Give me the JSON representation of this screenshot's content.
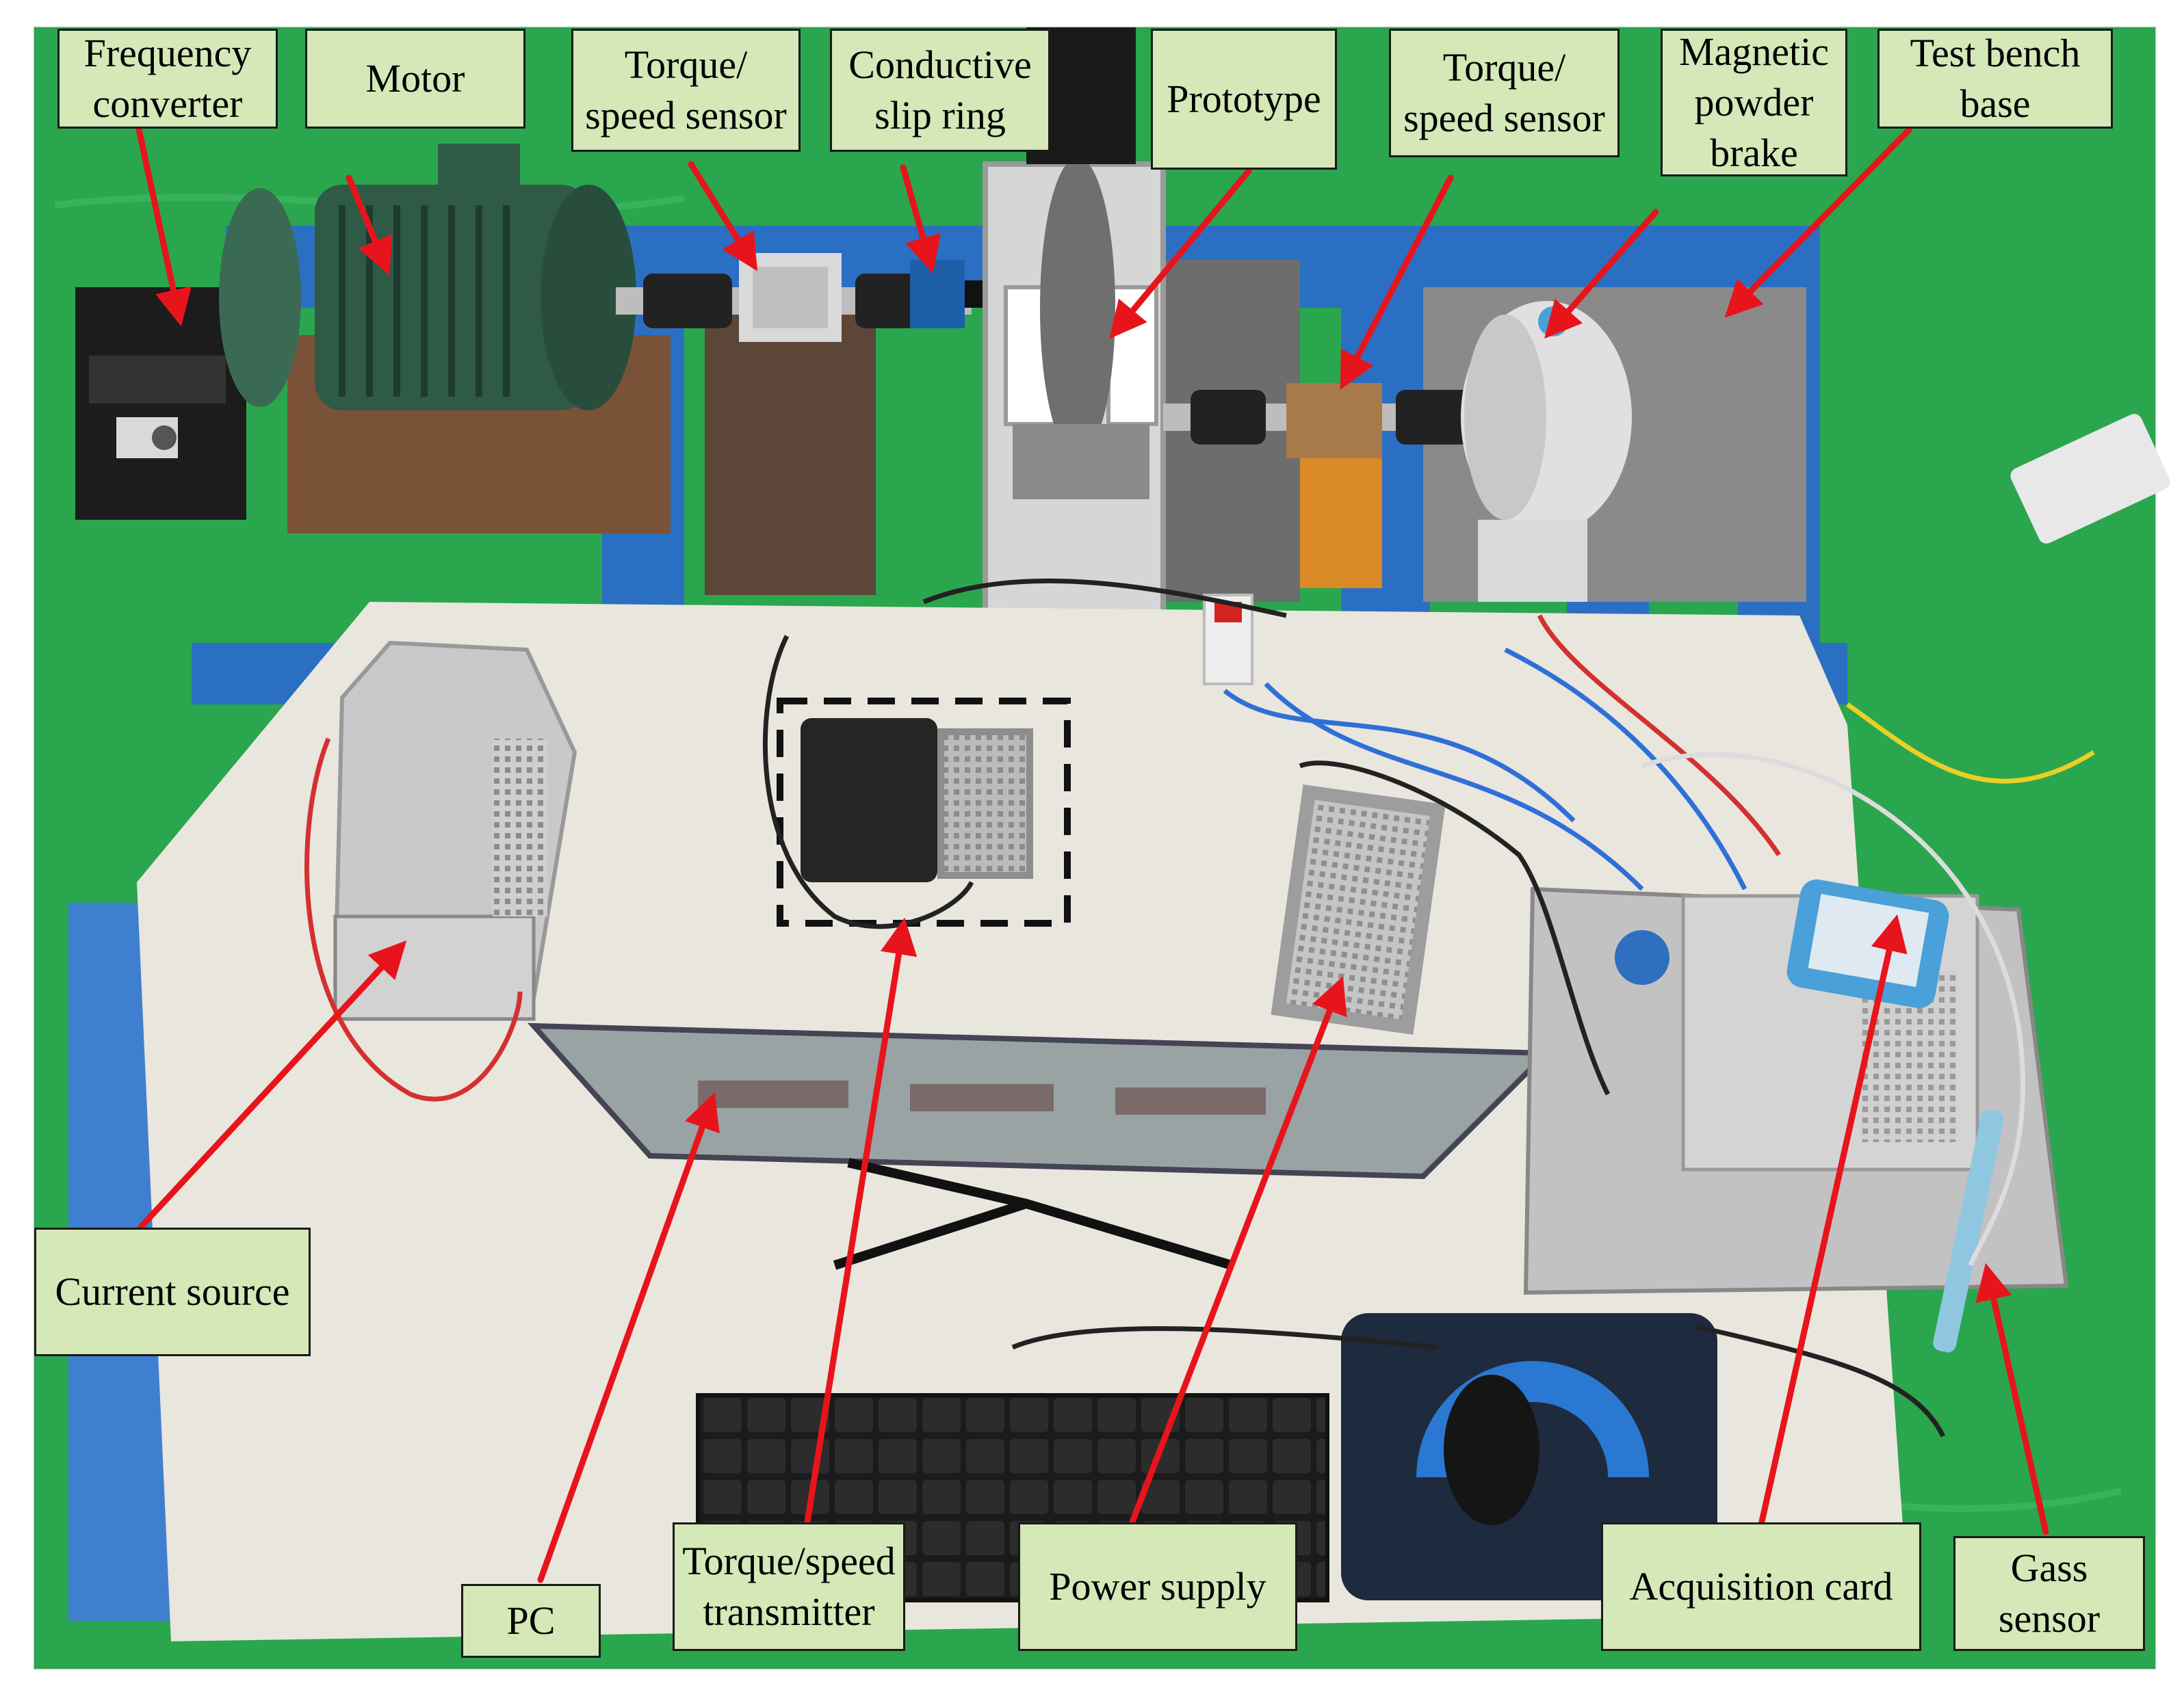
{
  "colors": {
    "floor": "#2aa64e",
    "arrow": "#e8141c",
    "label_fill": "#d4e8b8",
    "label_border": "#1a1a1a",
    "frame_blue": "#2b6fc2",
    "table_top": "#e9e6de"
  },
  "labels": {
    "frequency_converter": "Frequency\nconverter",
    "motor": "Motor",
    "torque_speed_sensor_left": "Torque/\nspeed sensor",
    "conductive_slip_ring": "Conductive\nslip ring",
    "prototype": "Prototype",
    "torque_speed_sensor_right": "Torque/\nspeed sensor",
    "magnetic_powder_brake": "Magnetic\npowder\nbrake",
    "test_bench_base": "Test bench\nbase",
    "current_source": "Current source",
    "pc": "PC",
    "torque_speed_transmitter": "Torque/speed\ntransmitter",
    "power_supply": "Power supply",
    "acquisition_card": "Acquisition card",
    "gass_sensor": "Gass\nsensor"
  }
}
